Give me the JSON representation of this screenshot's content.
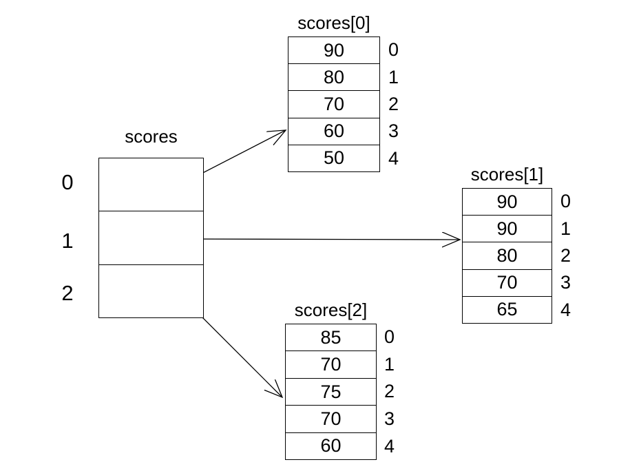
{
  "main_array": {
    "label": "scores",
    "indices": [
      "0",
      "1",
      "2"
    ]
  },
  "arrays": [
    {
      "title": "scores[0]",
      "values": [
        "90",
        "80",
        "70",
        "60",
        "50"
      ],
      "indices": [
        "0",
        "1",
        "2",
        "3",
        "4"
      ]
    },
    {
      "title": "scores[1]",
      "values": [
        "90",
        "90",
        "80",
        "70",
        "65"
      ],
      "indices": [
        "0",
        "1",
        "2",
        "3",
        "4"
      ]
    },
    {
      "title": "scores[2]",
      "values": [
        "85",
        "70",
        "75",
        "70",
        "60"
      ],
      "indices": [
        "0",
        "1",
        "2",
        "3",
        "4"
      ]
    }
  ],
  "colors": {
    "background": "#ffffff",
    "line": "#000000",
    "text": "#000000"
  }
}
